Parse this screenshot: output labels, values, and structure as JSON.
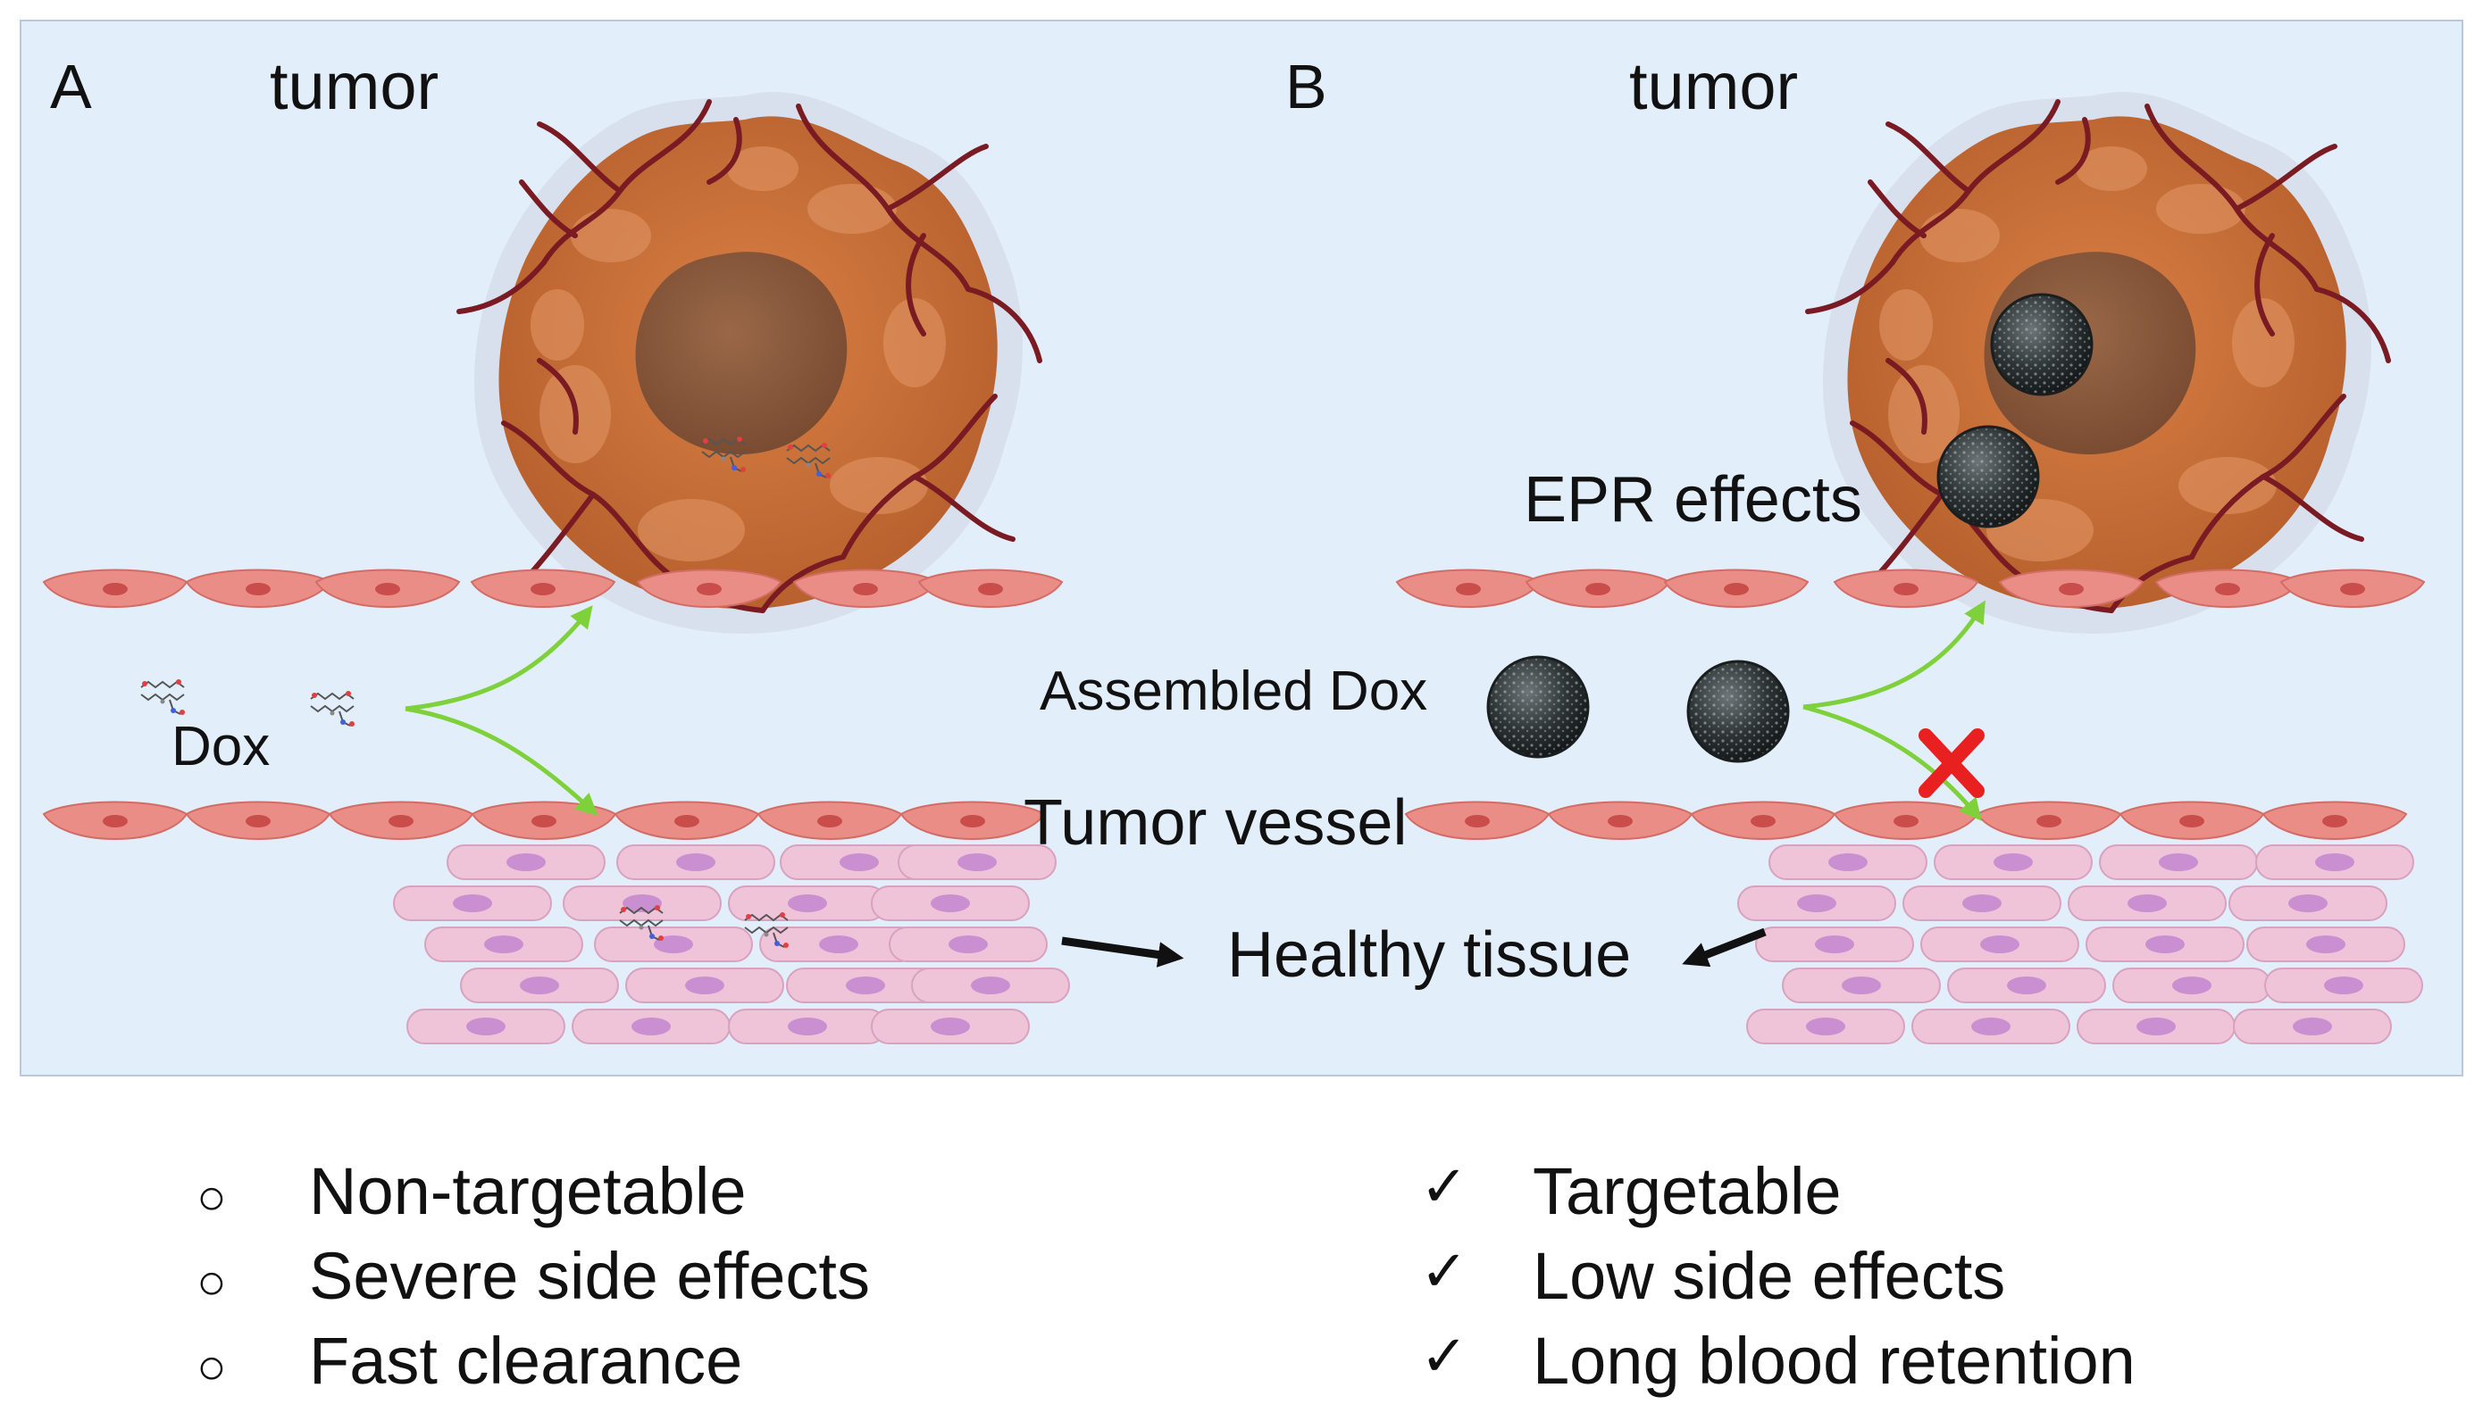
{
  "panels": {
    "a": {
      "letter": "A",
      "tumor_label": "tumor",
      "drug_label": "Dox"
    },
    "b": {
      "letter": "B",
      "tumor_label": "tumor",
      "epr_label": "EPR effects",
      "assembled_label": "Assembled Dox"
    }
  },
  "center_labels": {
    "tumor_vessel": "Tumor vessel",
    "healthy_tissue": "Healthy tissue"
  },
  "left_list": {
    "items": [
      {
        "bullet": "○",
        "text": "Non-targetable"
      },
      {
        "bullet": "○",
        "text": "Severe side effects"
      },
      {
        "bullet": "○",
        "text": "Fast clearance"
      }
    ]
  },
  "right_list": {
    "items": [
      {
        "bullet": "✓",
        "text": "Targetable"
      },
      {
        "bullet": "✓",
        "text": "Low side effects"
      },
      {
        "bullet": "✓",
        "text": "Long blood retention"
      }
    ]
  },
  "colors": {
    "background": "#e3eefb",
    "tumor": "#c8703a",
    "tumor_nucleus": "#8a5a3e",
    "vessel_branch": "#7a1a22",
    "endothelial_cell": "#e98d86",
    "tissue_cell": "#f0c4d8",
    "tissue_nucleus": "#c98fd0",
    "arrow_green": "#7ed13a",
    "block_red": "#e82020",
    "nanoparticle": "#2e3436"
  }
}
